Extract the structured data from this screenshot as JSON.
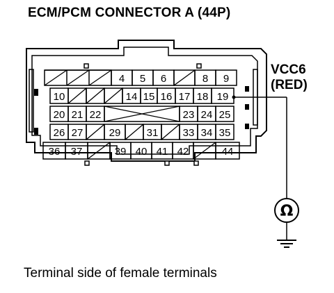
{
  "diagram": {
    "title": "ECM/PCM CONNECTOR A (44P)",
    "caption": "Terminal side of female terminals",
    "signal_name": "VCC6",
    "wire_color": "(RED)",
    "meter_icon": "ohm-meter-icon",
    "ground_icon": "ground-icon",
    "terminals": {
      "row1": [
        "4",
        "5",
        "6",
        "8",
        "9"
      ],
      "row2": [
        "10",
        "14",
        "15",
        "16",
        "17",
        "18",
        "19"
      ],
      "row3": [
        "20",
        "21",
        "22",
        "23",
        "24",
        "25"
      ],
      "row4": [
        "26",
        "27",
        "29",
        "31",
        "33",
        "34",
        "35"
      ],
      "row5": [
        "36",
        "37",
        "39",
        "40",
        "41",
        "42",
        "44"
      ]
    }
  }
}
